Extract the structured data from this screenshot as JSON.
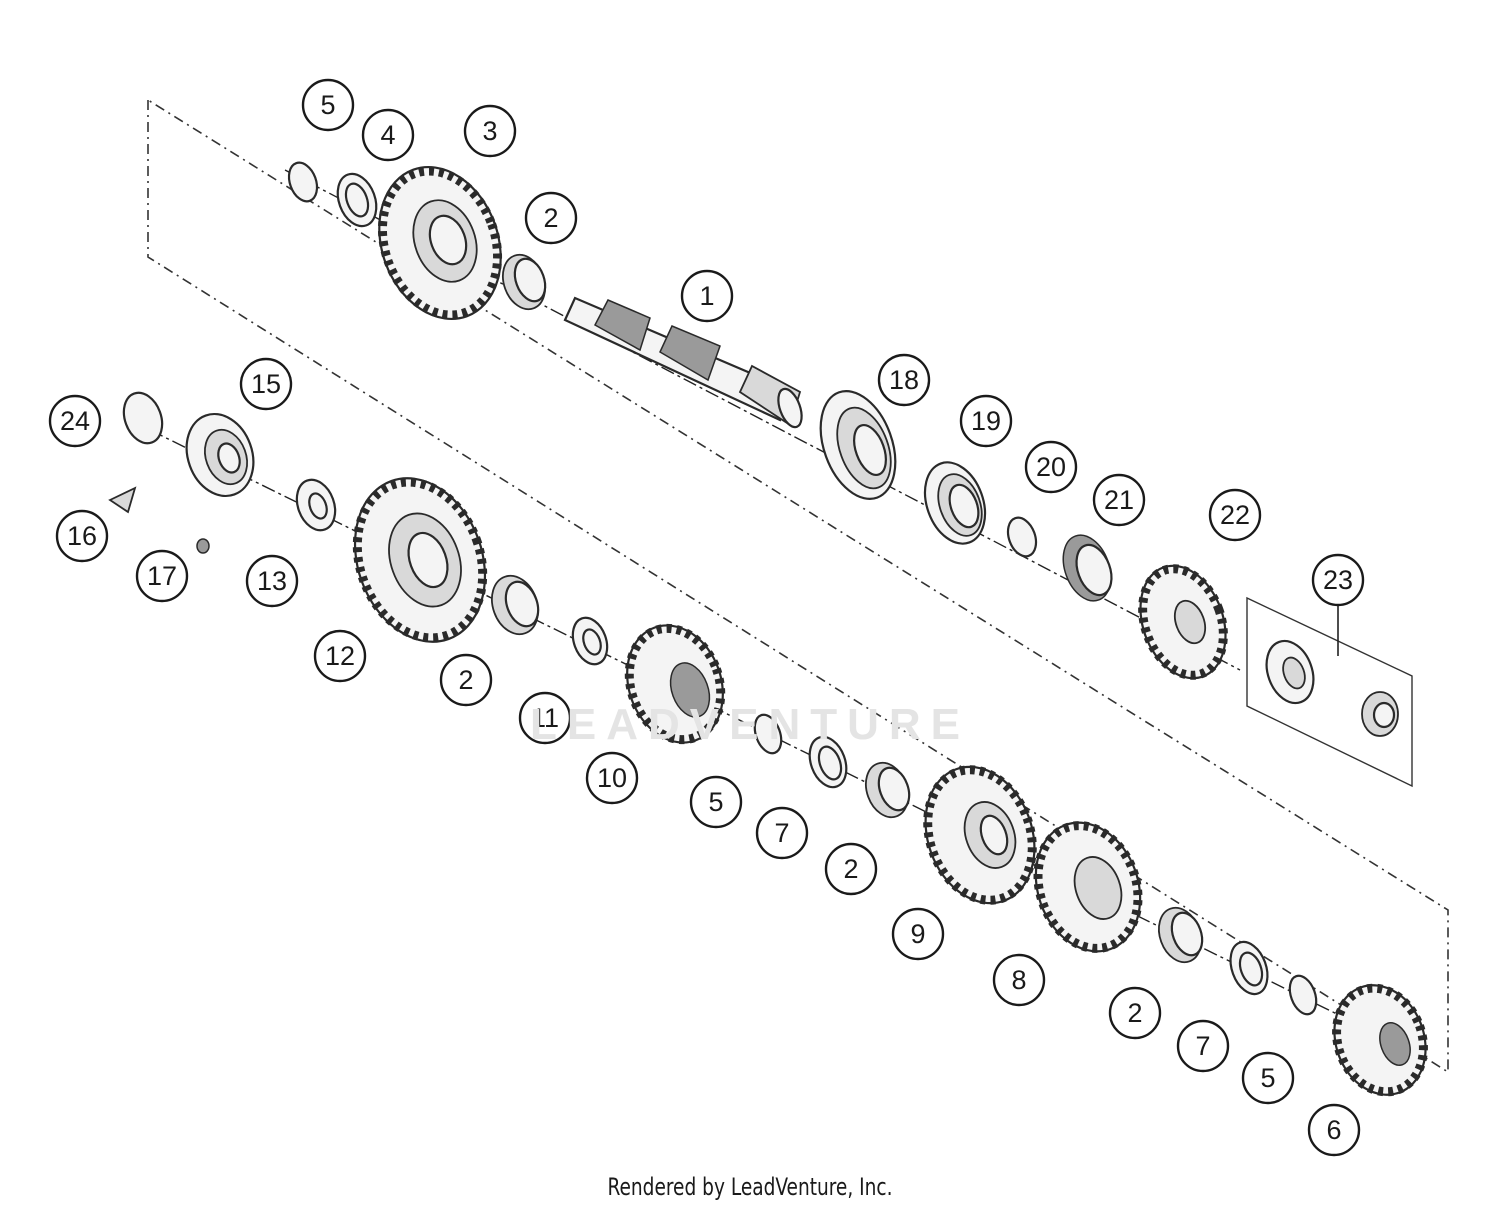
{
  "footer": {
    "text": "Rendered by LeadVenture, Inc."
  },
  "watermark": {
    "text": "LEADVENTURE"
  },
  "callouts": [
    {
      "label": "5"
    },
    {
      "label": "4"
    },
    {
      "label": "3"
    },
    {
      "label": "2"
    },
    {
      "label": "1"
    },
    {
      "label": "18"
    },
    {
      "label": "19"
    },
    {
      "label": "20"
    },
    {
      "label": "21"
    },
    {
      "label": "22"
    },
    {
      "label": "23"
    },
    {
      "label": "15"
    },
    {
      "label": "24"
    },
    {
      "label": "16"
    },
    {
      "label": "17"
    },
    {
      "label": "13"
    },
    {
      "label": "12"
    },
    {
      "label": "2"
    },
    {
      "label": "11"
    },
    {
      "label": "10"
    },
    {
      "label": "5"
    },
    {
      "label": "7"
    },
    {
      "label": "2"
    },
    {
      "label": "9"
    },
    {
      "label": "8"
    },
    {
      "label": "2"
    },
    {
      "label": "7"
    },
    {
      "label": "5"
    },
    {
      "label": "6"
    }
  ],
  "colors": {
    "line": "#2a2a2a",
    "fill": "#f4f4f4",
    "watermark": "#e4e4e4"
  }
}
